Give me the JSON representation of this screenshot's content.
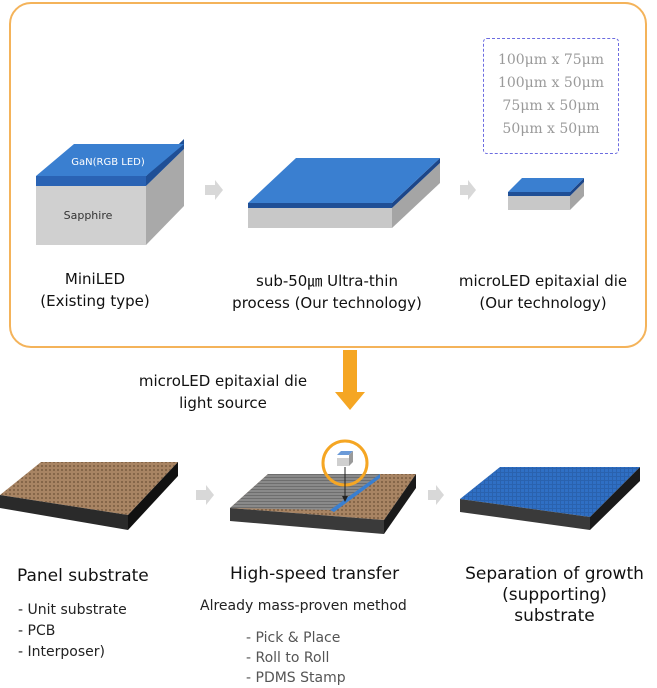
{
  "top_stage": {
    "dimensions": [
      "100μm x 75μm",
      "100μm x 50μm",
      "75μm x 50μm",
      "50μm x 50μm"
    ],
    "block_top_label": "GaN(RGB LED)",
    "block_bottom_label": "Sapphire",
    "captions": [
      [
        "MiniLED",
        "(Existing type)"
      ],
      [
        "sub-50㎛ Ultra-thin",
        "process (Our technology)"
      ],
      [
        "microLED epitaxial die",
        "(Our technology)"
      ]
    ]
  },
  "middle": {
    "label_line1": "microLED epitaxial die",
    "label_line2": "light source"
  },
  "bottom_stage": {
    "panel": {
      "title": "Panel substrate",
      "items": [
        "- Unit substrate",
        "- PCB",
        "- Interposer)"
      ]
    },
    "transfer": {
      "title": "High-speed transfer",
      "subtitle": "Already mass-proven method",
      "items": [
        "- Pick & Place",
        "- Roll to Roll",
        "- PDMS Stamp"
      ]
    },
    "separation": {
      "title_lines": [
        "Separation of growth",
        "(supporting)",
        "substrate"
      ]
    }
  },
  "colors": {
    "accent_orange": "#f4b35a",
    "arrow_orange": "#f5a623",
    "led_blue": "#2f6fc4",
    "gray_side": "#c4c4c4",
    "substrate_brown": "#9c7a58",
    "dashed_border": "#6c6ce0"
  }
}
